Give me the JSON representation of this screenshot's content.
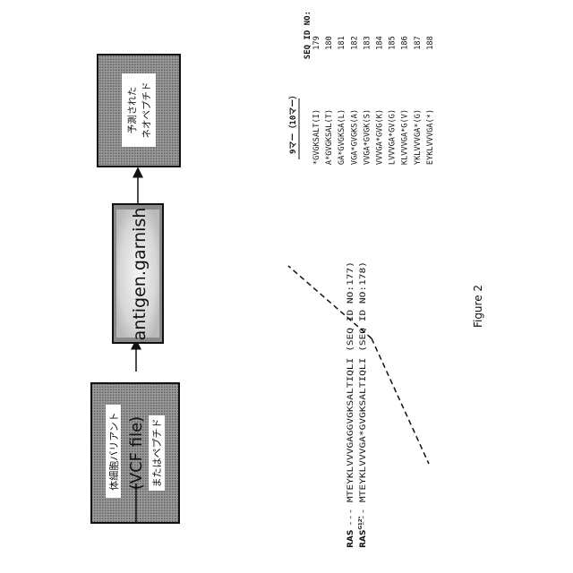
{
  "flow": {
    "box1": {
      "line1": "体細胞バリアント",
      "line2": "(VCF file)",
      "line3": "またはペプチド"
    },
    "box2": {
      "label": "antigen.garnish"
    },
    "box3": {
      "line1": "予測された",
      "line2": "ネオペプチド"
    }
  },
  "sequences": {
    "ras": {
      "label": "RAS",
      "line": "--- MTEYKLVVVGAGGVGKSALTIQLI (SEQ ID NO:177)"
    },
    "ras_g12": {
      "label": "RAS",
      "superscript": "G12*",
      "line": "--- MTEYKLVVVGA*GVGKSALTIQLI (SEQ ID NO:178)"
    }
  },
  "table": {
    "header_peptide": "9マー（10マー）",
    "header_seq": "SEQ ID NO:",
    "rows": [
      {
        "peptide": "*GVGKSALT(I)",
        "seq": "179"
      },
      {
        "peptide": "A*GVGKSAL(T)",
        "seq": "180"
      },
      {
        "peptide": "GA*GVGKSA(L)",
        "seq": "181"
      },
      {
        "peptide": "VGA*GVGKS(A)",
        "seq": "182"
      },
      {
        "peptide": "VVGA*GVGK(S)",
        "seq": "183"
      },
      {
        "peptide": "VVVGA*GVG(K)",
        "seq": "184"
      },
      {
        "peptide": "LVVVGA*GV(G)",
        "seq": "185"
      },
      {
        "peptide": "KLVVVGA*G(V)",
        "seq": "186"
      },
      {
        "peptide": "YKLVVVGA*(G)",
        "seq": "187"
      },
      {
        "peptide": "EYKLVVVGA(*)",
        "seq": "188"
      }
    ]
  },
  "caption": "Figure 2"
}
